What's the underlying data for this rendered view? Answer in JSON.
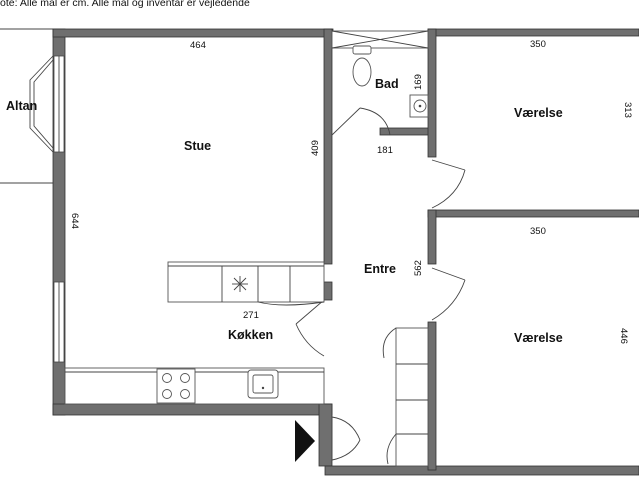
{
  "note": "ote: Alle mål er cm. Alle mål og inventar er vejledende",
  "rooms": {
    "stue": "Stue",
    "altan": "Altan",
    "bad": "Bad",
    "vaerelse_top": "Værelse",
    "vaerelse_bottom": "Værelse",
    "entre": "Entre",
    "kokken": "Køkken"
  },
  "dimensions": {
    "stue_width": "464",
    "stue_depth": "644",
    "stue_inner": "409",
    "bad_height": "169",
    "bad_width": "181",
    "vaerelse_top_width": "350",
    "vaerelse_top_height": "313",
    "vaerelse_bottom_width": "350",
    "vaerelse_bottom_height": "446",
    "entre_height": "562",
    "kitchen_width": "271"
  },
  "colors": {
    "wall": "#6f6f6f",
    "wall_outline": "#333333",
    "entrance_arrow": "#111111"
  }
}
